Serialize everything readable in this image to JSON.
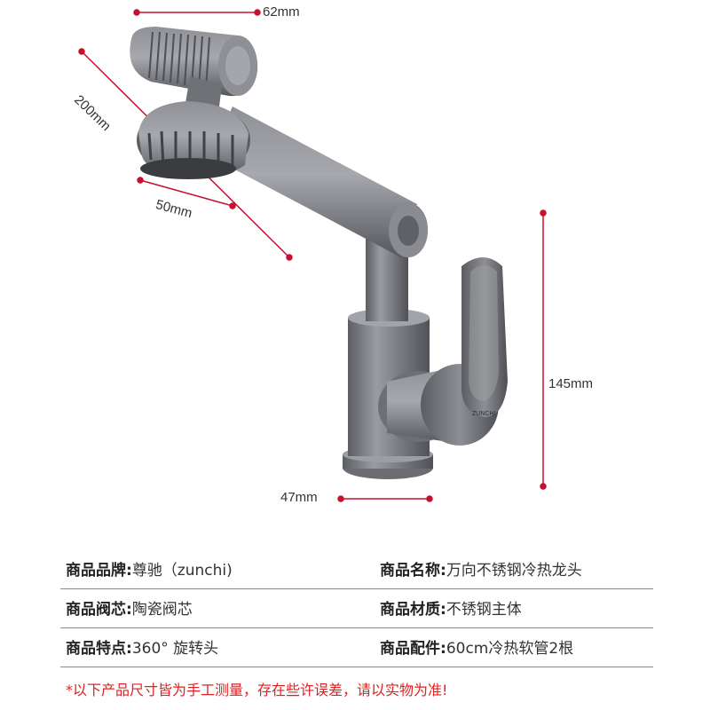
{
  "colors": {
    "dimension_line": "#c8102e",
    "note_text": "#e02020",
    "faucet_metal": "#7b7d82",
    "faucet_shadow": "#4f5156",
    "faucet_highlight": "#a9abb0"
  },
  "dimensions": {
    "top_width": "62mm",
    "arm_length": "200mm",
    "aerator_width": "50mm",
    "height": "145mm",
    "base_width": "47mm"
  },
  "product": {
    "engraving": "ZUNCHI"
  },
  "specs": [
    {
      "left": {
        "key": "商品品牌:",
        "value": "尊驰（zunchi)"
      },
      "right": {
        "key": "商品名称:",
        "value": "万向不锈钢冷热龙头"
      }
    },
    {
      "left": {
        "key": "商品阀芯:",
        "value": "陶瓷阀芯"
      },
      "right": {
        "key": "商品材质:",
        "value": "不锈钢主体"
      }
    },
    {
      "left": {
        "key": "商品特点:",
        "value": "360°  旋转头"
      },
      "right": {
        "key": "商品配件:",
        "value": "60cm冷热软管2根"
      }
    }
  ],
  "note": "*以下产品尺寸皆为手工测量，存在些许误差，请以实物为准!"
}
